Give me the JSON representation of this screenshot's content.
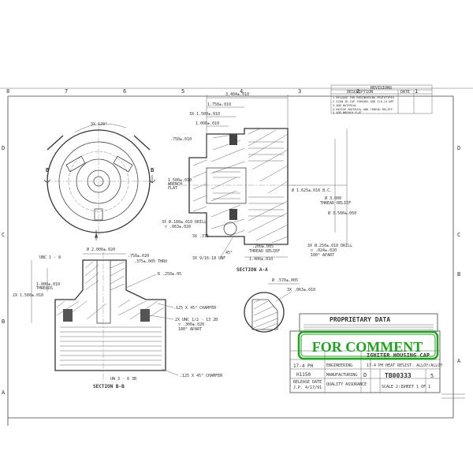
{
  "zone_numbers_top": [
    "8",
    "7",
    "6",
    "5",
    "4",
    "3",
    "2",
    "1"
  ],
  "zone_letters_left": [
    "D",
    "C",
    "B",
    "A"
  ],
  "zone_letters_right": [
    "D",
    "C",
    "B",
    "A"
  ],
  "revisions": {
    "header": "REVISIONS",
    "col_description": "DESCRIPTION",
    "col_date": "DATE",
    "rows": [
      "1 RELEASE FOR ENGINEERING PROTOTYPES",
      "2 SCAN ID CAP THREADS ADD 3/8-24 NPT",
      "3 ADD MATERIAL",
      "4 REVISE MATERIAL AND THREAD RELIEF",
      "5 ADD WRENCH FLAT"
    ]
  },
  "dims": {
    "d_3404": "3.404±.010",
    "d_1750": "1.750±.010",
    "d_1500": "3X 1.500±.010",
    "d_1000": "1.000±.010",
    "d_750": ".750±.010",
    "d_120": "3X 120°",
    "wrench_flat": "1.500±.010 WRENCH FLAT",
    "bc": "Ø 1.625±.010 B.C.",
    "dia_3000": "Ø 3.000",
    "thread_relief": "THREAD RELIEF",
    "dia_3500": "Ø 3.500±.050",
    "drill_180": "3X Ø.180±.010 DRILL",
    "drill_063": "▽ .063±.020",
    "d_375": "3X .375",
    "unf": "3X 9/16-18 UNF",
    "d_200": ".200±.005",
    "thread_relief_2": "THREAD RELIEF",
    "d_1400": "1.400±.010",
    "drill_250": "3X Ø.250±.010 DRILL",
    "drill_250_depth": "▽ .024±.020",
    "apart_180": "180° APART",
    "angle_45": "45°",
    "section_aa": "SECTION A-A",
    "d_570": "Ø .570±.005",
    "d_063": "3X .063±.010",
    "unc_8": "UNC 1 - 8",
    "d_2000": "Ø 2.000±.020",
    "d_750b": ".750±.020",
    "d_375b": ".375±.005 THRU",
    "d_r250": "R .250±.05",
    "d_1000b": "1.000±.010 THREADS",
    "d_1500b": "2X 1.500±.010",
    "chamfer_1": ".125 X 45° CHAMFER",
    "unc_13": "2X UNC 1/2 - 13  2B",
    "unc_13_b": "▽ .300±.020",
    "unc_13_c": "180° APART",
    "chamfer_2": ".125 X 45° CHAMFER",
    "unc_bottom": "UN 3 - 6 3B",
    "section_bb": "SECTION B-B"
  },
  "proprietary": {
    "title": "PROPRIETARY DATA"
  },
  "stamp": {
    "text": "FOR COMMENT",
    "color": "#1fa21f"
  },
  "title_block": {
    "part_title": "IGNITER HOUSING CAP",
    "sub_title": "17-4 PH  HEAT RESIST. ALLOY/ALLOY",
    "material": "17-4 PH",
    "heat_treat": "H1150",
    "drawing_number": "TB00333",
    "size": "D",
    "scale": "SCALE 2:1",
    "sheet": "SHEET 1 OF 1",
    "engineering": "ENGINEERING",
    "manufacturing": "MANUFACTURING",
    "quality": "QUALITY ASSURANCE",
    "release_date": "RELEASE DATE",
    "release_date_value": "J.P. 4/17/91",
    "rev": "5"
  }
}
